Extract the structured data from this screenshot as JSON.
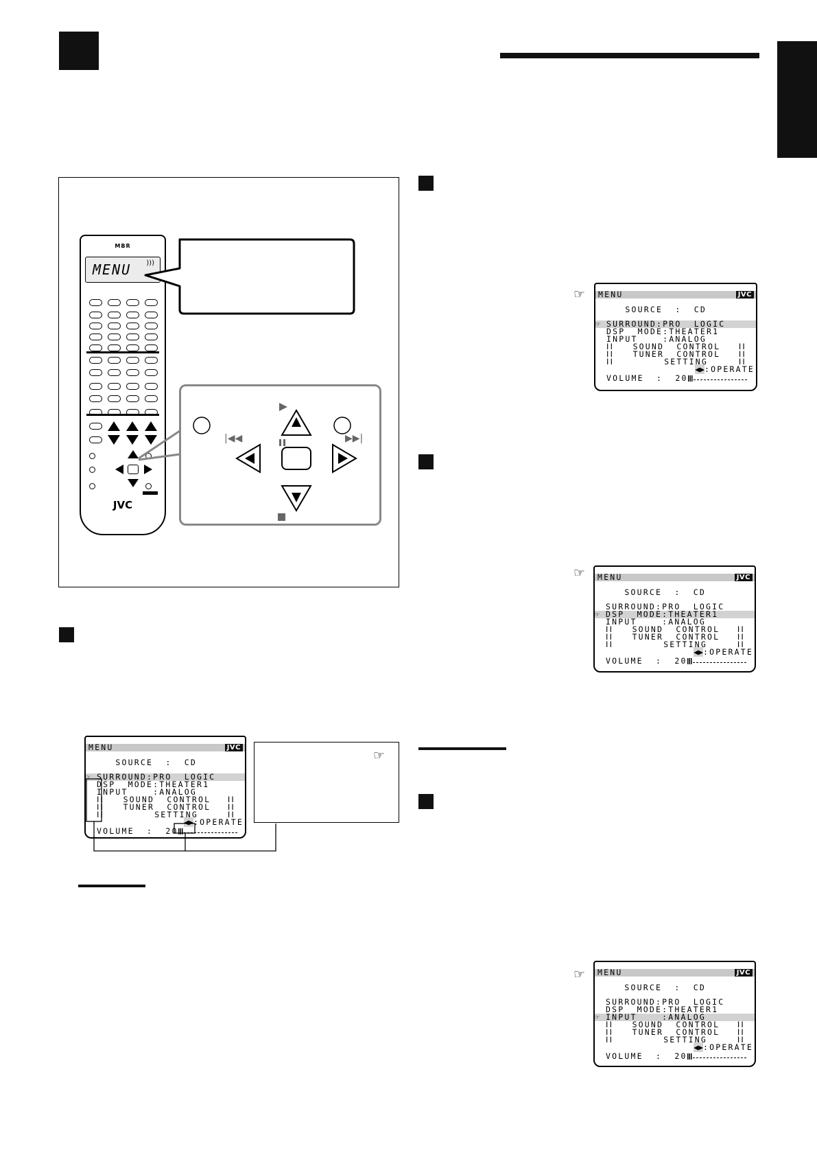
{
  "header": {
    "tab_marker_color": "#1a1a1a"
  },
  "remote": {
    "display_text": "MENU",
    "top_label": "MBR",
    "brand": "JVC",
    "keypad_icons": {
      "up": "up-triangle-icon",
      "down": "down-triangle-icon",
      "left": "left-triangle-icon",
      "right": "right-triangle-icon"
    }
  },
  "osd_menus": [
    {
      "title": "MENU",
      "brand": "JVC",
      "source": "SOURCE  :  CD",
      "surround": "SURROUND:PRO  LOGIC",
      "dsp": "DSP  MODE:THEATER1",
      "input": "INPUT    :ANALOG",
      "sound": "SOUND  CONTROL",
      "tuner": "TUNER  CONTROL",
      "setting": "SETTING",
      "operate": ":OPERATE",
      "volume": "VOLUME  :  20",
      "selected_row": "surround"
    },
    {
      "title": "MENU",
      "brand": "JVC",
      "source": "SOURCE  :  CD",
      "surround": "SURROUND:PRO  LOGIC",
      "dsp": "DSP  MODE:THEATER1",
      "input": "INPUT    :ANALOG",
      "sound": "SOUND  CONTROL",
      "tuner": "TUNER  CONTROL",
      "setting": "SETTING",
      "operate": ":OPERATE",
      "volume": "VOLUME  :  20",
      "selected_row": "surround"
    },
    {
      "title": "MENU",
      "brand": "JVC",
      "source": "SOURCE  :  CD",
      "surround": "SURROUND:PRO  LOGIC",
      "dsp": "DSP  MODE:THEATER1",
      "input": "INPUT    :ANALOG",
      "sound": "SOUND  CONTROL",
      "tuner": "TUNER  CONTROL",
      "setting": "SETTING",
      "operate": ":OPERATE",
      "volume": "VOLUME  :  20",
      "selected_row": "dsp"
    },
    {
      "title": "MENU",
      "brand": "JVC",
      "source": "SOURCE  :  CD",
      "surround": "SURROUND:PRO  LOGIC",
      "dsp": "DSP  MODE:THEATER1",
      "input": "INPUT    :ANALOG",
      "sound": "SOUND  CONTROL",
      "tuner": "TUNER  CONTROL",
      "setting": "SETTING",
      "operate": ":OPERATE",
      "volume": "VOLUME  :  20",
      "selected_row": "input"
    }
  ],
  "icons": {
    "pointer": "☞",
    "marks": "ⅠⅠ"
  }
}
